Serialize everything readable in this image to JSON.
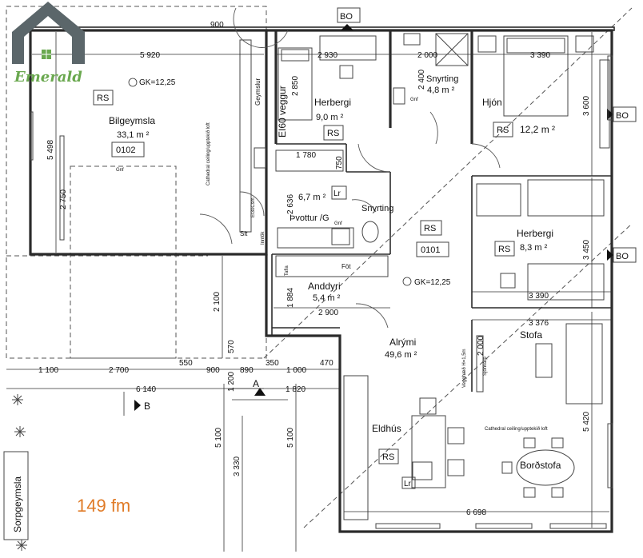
{
  "logo": {
    "text": "Emerald",
    "color": "#6aa84f",
    "shape_color": "#4d5a5e"
  },
  "total_area": {
    "text": "149 fm",
    "color": "#e07b27"
  },
  "rooms": {
    "bilgeymsla": {
      "name": "Bilgeymsla",
      "area": "33,1 m ²",
      "code": "0102",
      "rs": "RS",
      "gk": "GK=12,25"
    },
    "herbergi1": {
      "name": "Herbergi",
      "area": "9,0 m ²",
      "rs": "RS"
    },
    "snyrting1": {
      "name": "Snyrting",
      "area": "4,8 m ²"
    },
    "hjon": {
      "name": "Hjón",
      "area": "12,2 m ²",
      "rs": "RS"
    },
    "pvottur": {
      "name": "Þvottur /G",
      "area": "6,7 m ²",
      "lr": "Lr"
    },
    "snyrting2": {
      "name": "Snyrting"
    },
    "herbergi2": {
      "name": "Herbergi",
      "area": "8,3 m ²",
      "rs": "RS"
    },
    "main": {
      "rs": "RS",
      "code": "0101",
      "gk": "GK=12,25"
    },
    "anddyri": {
      "name": "Anddyri",
      "area": "5,4 m ²"
    },
    "alrymi": {
      "name": "Alrými",
      "area": "49,6 m ²"
    },
    "stofa": {
      "name": "Stofa"
    },
    "eldhus": {
      "name": "Eldhús",
      "rs": "RS",
      "lr": "Lr"
    },
    "bordstofa": {
      "name": "Borðstofa"
    },
    "geymsla_out": {
      "name": "Sorpgeymsla"
    }
  },
  "labels": {
    "bo": "BO",
    "geymslur": "Geymslur",
    "ei60": "EI60 veggur",
    "ei30": "EI30Csm",
    "inntak": "Inntök",
    "slt": "Slt",
    "gnf": "Gnf",
    "fot": "Föt",
    "tafla": "Tafla",
    "cathedral1": "Cathedral ceiling/upptekið loft",
    "cathedral2": "Cathedral ceiling/upptekið loft",
    "veggh": "Vegghæð H=1,5m",
    "sjonvarp": "Sjónvarp",
    "section_a": "A",
    "section_b": "B"
  },
  "dims": {
    "d900a": "900",
    "d5920": "5 920",
    "d2930": "2 930",
    "d2000a": "2 000",
    "d3390a": "3 390",
    "d5498": "5 498",
    "d2750": "2 750",
    "d2850": "2 850",
    "d2400": "2 400",
    "d3600": "3 600",
    "d1780": "1 780",
    "d750": "750",
    "d2636": "2 636",
    "d3450": "3 450",
    "d3390b": "3 390",
    "d2100": "2 100",
    "d1884": "1 884",
    "d2900": "2 900",
    "d3376": "3 376",
    "d2000b": "2 000",
    "d570": "570",
    "d1100": "1 100",
    "d2700": "2 700",
    "d550": "550",
    "d900b": "900",
    "d890": "890",
    "d350": "350",
    "d1000": "1 000",
    "d470": "470",
    "d6140": "6 140",
    "d1200": "1 200",
    "d1820": "1 820",
    "d5100a": "5 100",
    "d5100b": "5 100",
    "d3330": "3 330",
    "d5420": "5 420",
    "d6698": "6 698"
  }
}
